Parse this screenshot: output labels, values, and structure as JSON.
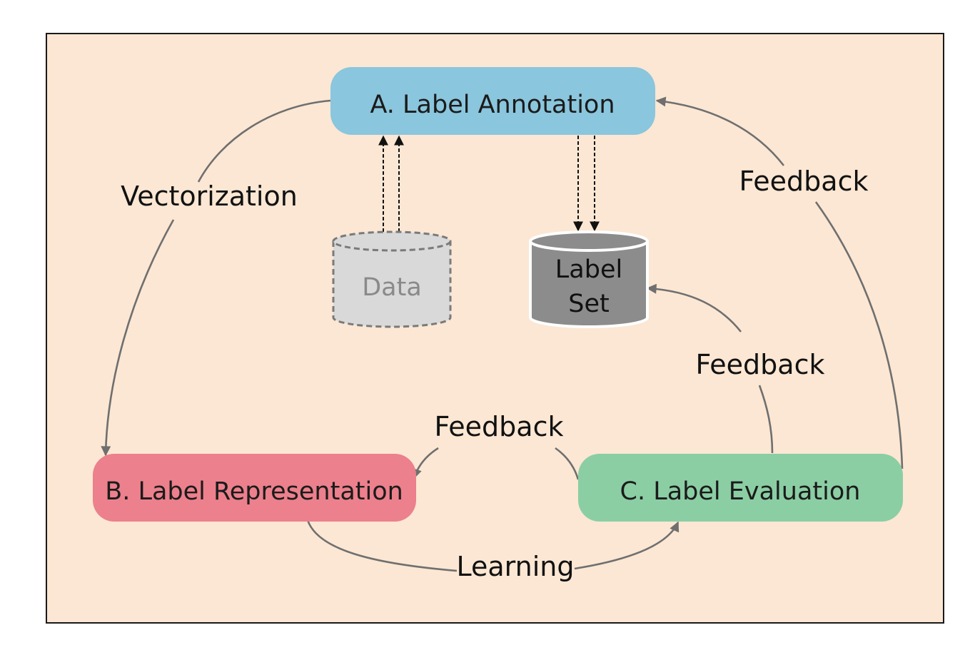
{
  "colors": {
    "background": "#fbe7d3",
    "frame_border": "#1a1a1a",
    "annotation_node": "#8ac6dd",
    "representation_node": "#ec808c",
    "evaluation_node": "#8bcea4",
    "data_store": "#d9d9d9",
    "label_set_store": "#8c8c8c",
    "edge": "#6f6f6f"
  },
  "nodes": {
    "annotation": "A. Label Annotation",
    "representation": "B. Label Representation",
    "evaluation": "C. Label Evaluation"
  },
  "stores": {
    "data": "Data",
    "label_set_line1": "Label",
    "label_set_line2": "Set"
  },
  "edges": {
    "vectorization": "Vectorization",
    "feedback_to_annotation": "Feedback",
    "feedback_to_label_set": "Feedback",
    "feedback_to_representation": "Feedback",
    "learning": "Learning"
  }
}
